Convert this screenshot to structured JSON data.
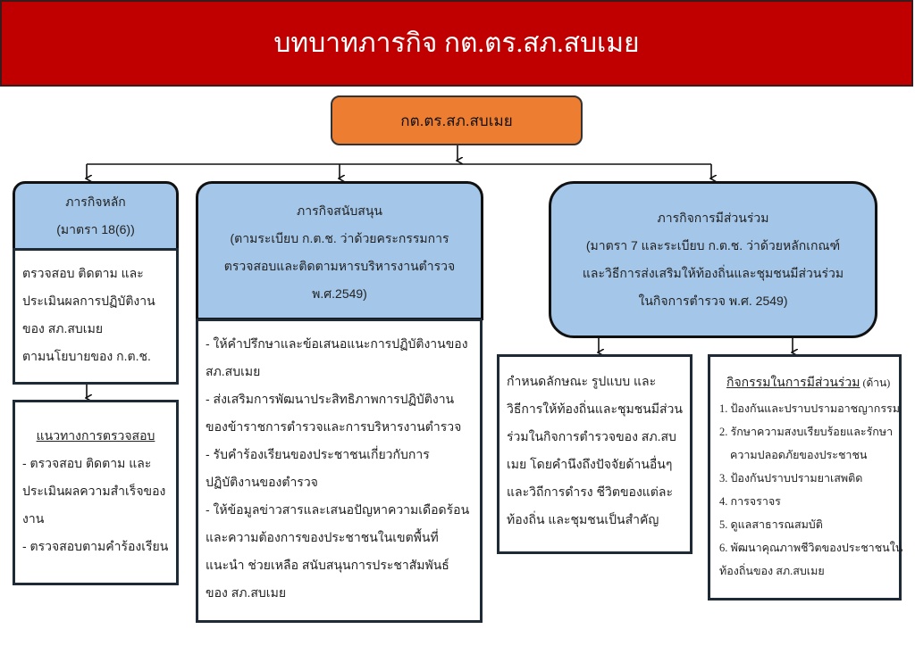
{
  "header": {
    "title": "บทบาทภารกิจ กต.ตร.สภ.สบเมย"
  },
  "root": {
    "label": "กต.ตร.สภ.สบเมย"
  },
  "main_mission": {
    "title": "ภารกิจหลัก",
    "subtitle": "(มาตรา 18(6))",
    "body": [
      "ตรวจสอบ ติดตาม และ",
      "ประเมินผลการปฏิบัติงาน",
      "ของ สภ.สบเมย",
      "ตามนโยบายของ ก.ต.ช."
    ],
    "guideline_title": "แนวทางการตรวจสอบ",
    "guideline": [
      "- ตรวจสอบ ติดตาม และ",
      "ประเมินผลความสำเร็จของ",
      "งาน",
      "- ตรวจสอบตามคำร้องเรียน"
    ]
  },
  "support_mission": {
    "title": "ภารกิจสนับสนุน",
    "subtitle": [
      "(ตามระเบียบ ก.ต.ช. ว่าด้วยคระกรรมการ",
      "ตรวจสอบและติดตามหารบริหารงานตำรวจ",
      "พ.ศ.2549)"
    ],
    "body": [
      "-  ให้คำปรึกษาและข้อเสนอแนะการปฏิบัติงานของ",
      "สภ.สบเมย",
      "-  ส่งเสริมการพัฒนาประสิทธิภาพการปฏิบัติงาน",
      "ของข้าราชการตำรวจและการบริหารงานตำรวจ",
      "-  รับคำร้องเรียนของประชาชนเกี่ยวกับการ",
      "ปฏิบัติงานของตำรวจ",
      "-  ให้ข้อมูลข่าวสารและเสนอปัญหาความเดือดร้อน",
      "และความต้องการของประชาชนในเขตพื้นที่",
      "แนะนำ ช่วยเหลือ สนับสนุนการประชาสัมพันธ์",
      "ของ สภ.สบเมย"
    ]
  },
  "participation_mission": {
    "title": "ภารกิจการมีส่วนร่วม",
    "subtitle": [
      "(มาตรา 7 และระเบียบ ก.ต.ช. ว่าด้วยหลักเกณฑ์",
      "และวิธีการส่งเสริมให้ท้องถิ่นและชุมชนมีส่วนร่วม",
      "ในกิจการตำรวจ พ.ศ. 2549)"
    ],
    "body": [
      "กำหนดลักษณะ รูปแบบ และ",
      "วิธีการให้ท้องถิ่นและชุมชนมีส่วน",
      "ร่วมในกิจการตำรวจของ สภ.สบ",
      "เมย โดยคำนึงถึงปัจจัยด้านอื่นๆ",
      "และวิถีการดำรง ชีวิตของแต่ละ",
      "ท้องถิ่น และชุมชนเป็นสำคัญ"
    ],
    "activities_title": "กิจกรรมในการมีส่วนร่วม",
    "activities_suffix": " (ด้าน)",
    "activities": [
      "1. ป้องกันและปราบปรามอาชญากรรม",
      "2. รักษาความสงบเรียบร้อยและรักษา",
      "    ความปลอดภัยของประชาชน",
      "3. ป้องกันปราบปรามยาเสพติด",
      "4. การจราจร",
      "5. ดูแลสาธารณสมบัติ",
      "6. พัฒนาคุณภาพชีวิตของประชาชนใน",
      "ท้องถิ่นของ สภ.สบเมย"
    ]
  },
  "colors": {
    "header": "#c00000",
    "root": "#ed7d31",
    "blue": "#a4c6e8"
  }
}
